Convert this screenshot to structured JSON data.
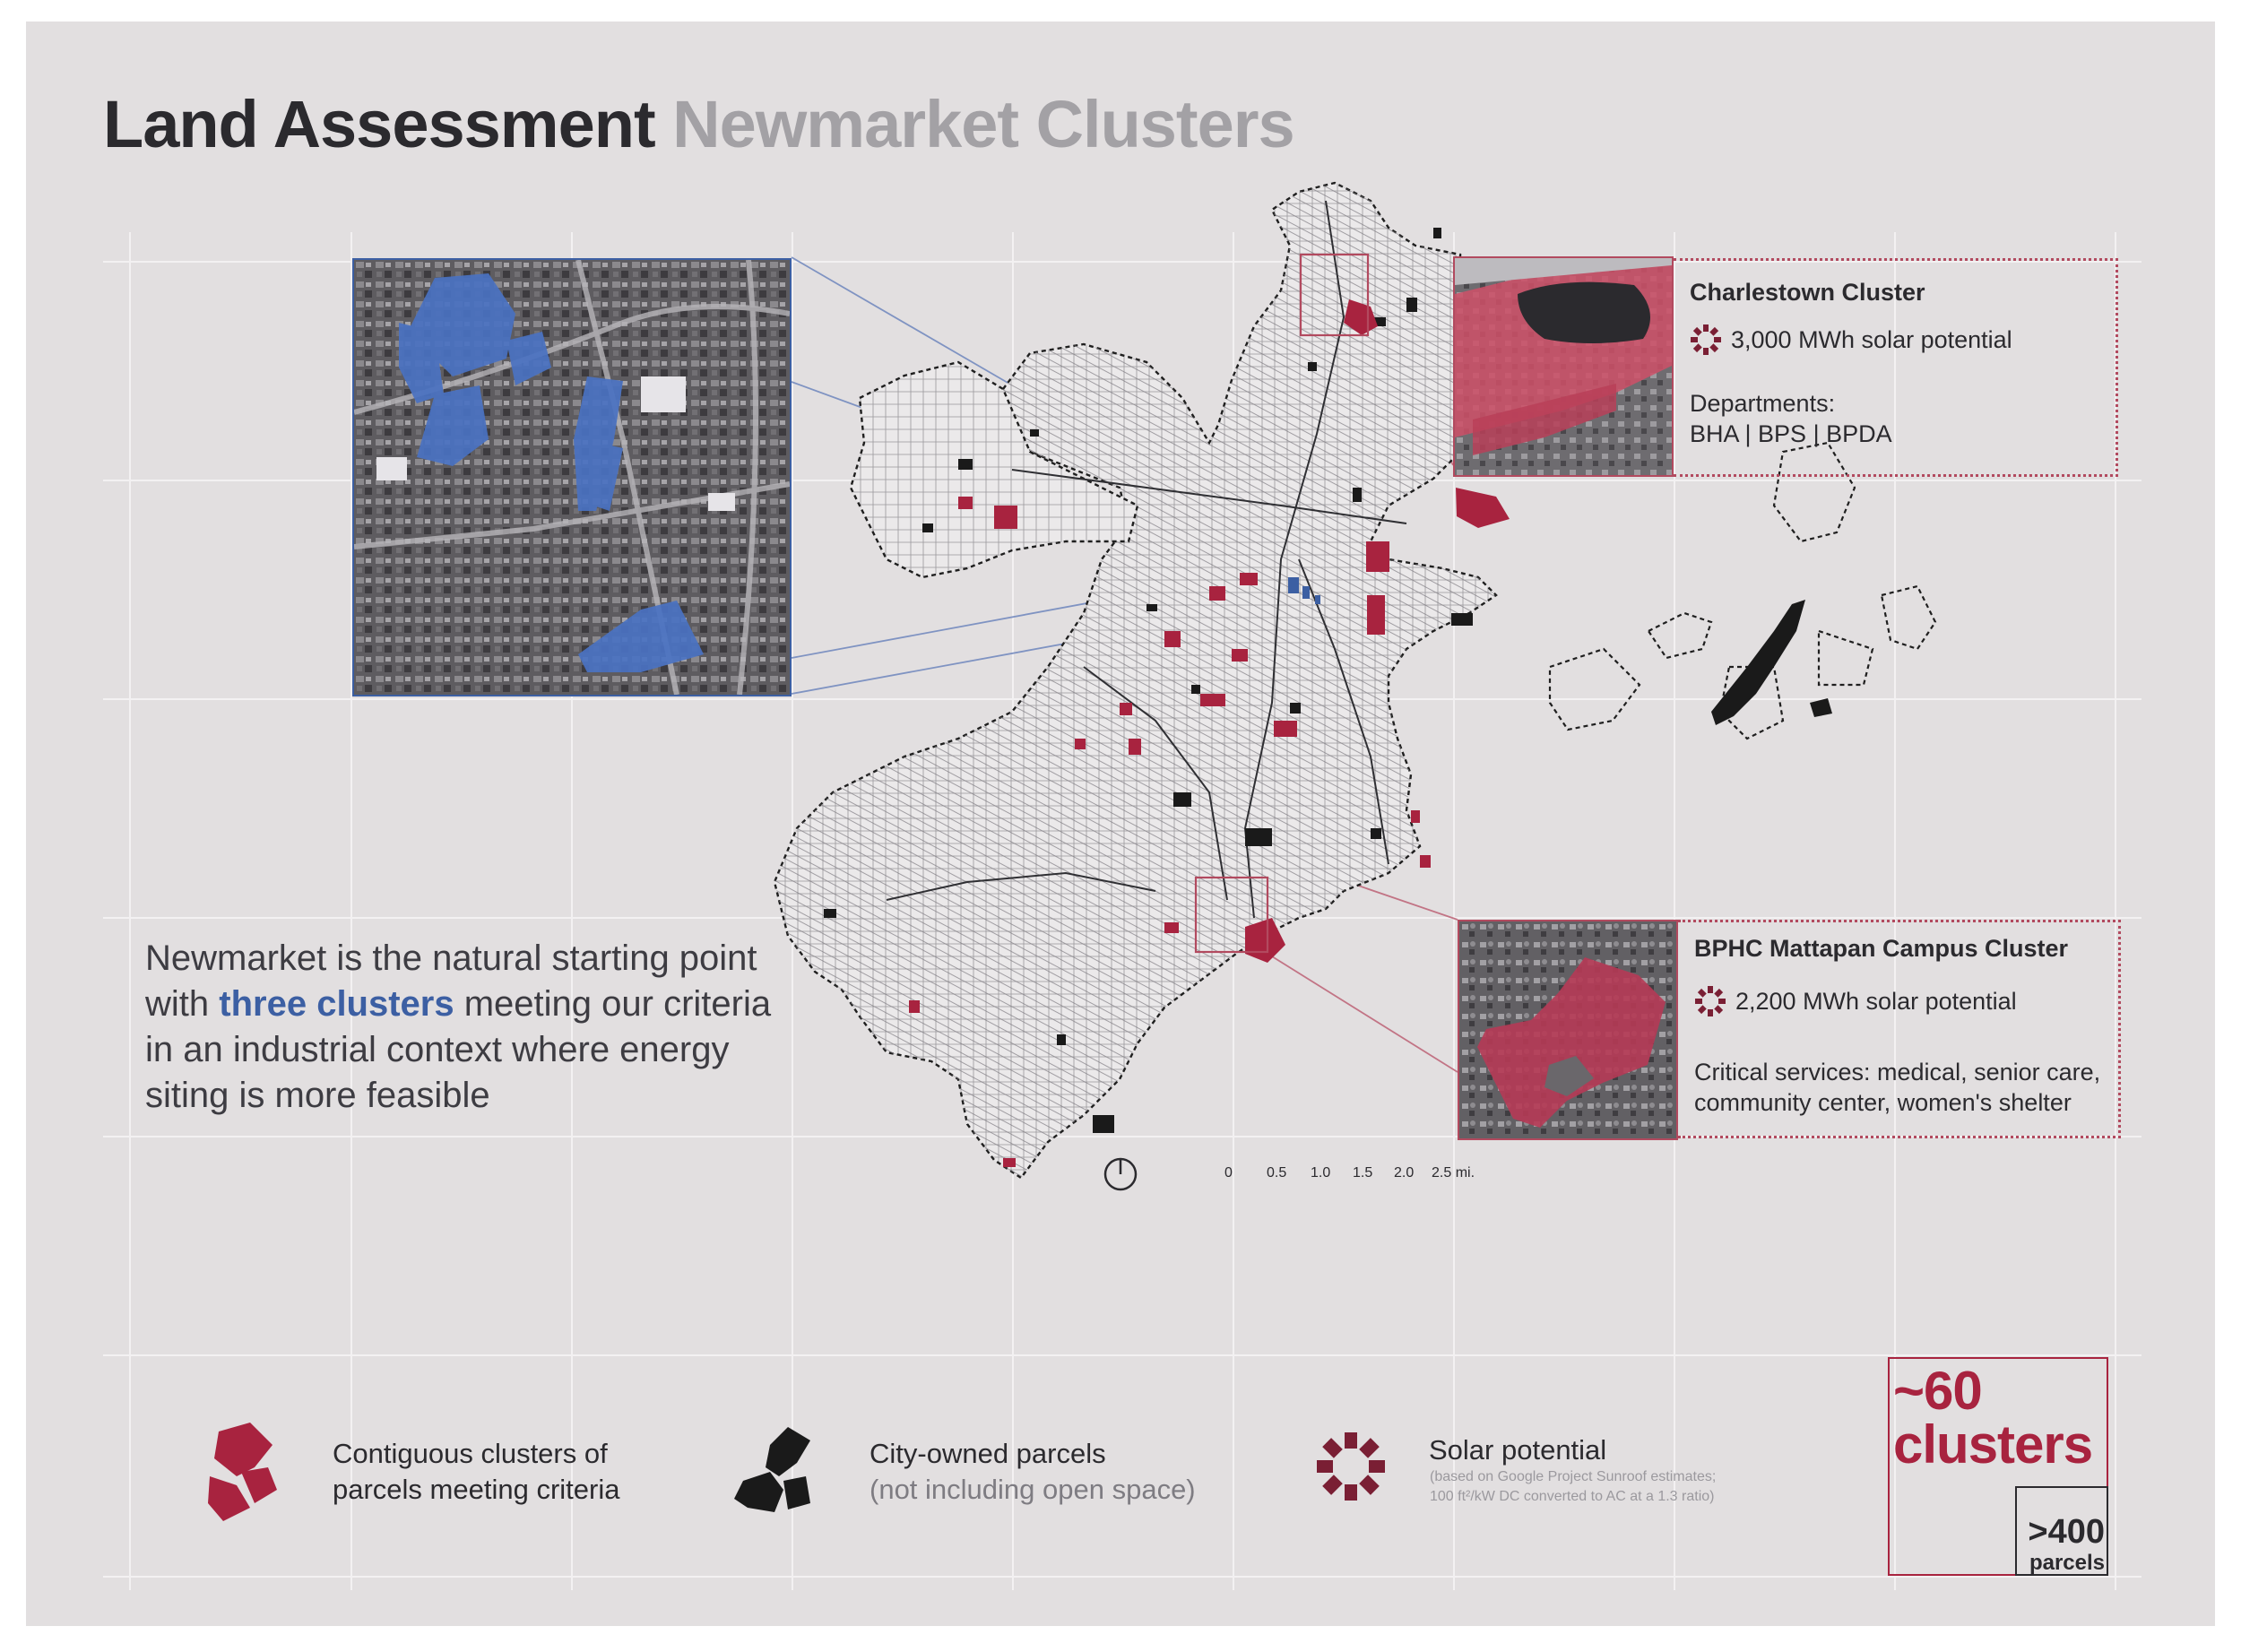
{
  "title": {
    "main": "Land Assessment",
    "sub": "Newmarket Clusters"
  },
  "colors": {
    "cluster_red": "#a8233f",
    "newmarket_blue": "#3c5fa3",
    "city_owned_black": "#1a1a1a",
    "board_background": "#e2dfe0"
  },
  "callouts": {
    "charlestown": {
      "name": "Charlestown  Cluster",
      "solar_value": "3,000 MWh solar potential",
      "departments_label": "Departments:",
      "departments": "BHA | BPS | BPDA"
    },
    "mattapan": {
      "name": "BPHC Mattapan Campus Cluster",
      "solar_value": "2,200 MWh solar potential",
      "services_line1": "Critical services: medical, senior care,",
      "services_line2": "community center, women's shelter"
    }
  },
  "narrative": {
    "before": "Newmarket is the natural starting point with",
    "highlight": "three clusters",
    "after": "meeting our criteria in an industrial context where energy siting is more feasible"
  },
  "scale_bar": {
    "ticks": [
      "0",
      "0.5",
      "1.0",
      "1.5",
      "2.0",
      "2.5 mi."
    ],
    "north_icon": "north-arrow-icon"
  },
  "legend": {
    "clusters": {
      "icon": "cluster-parcels-icon",
      "line1": "Contiguous clusters of",
      "line2": "parcels meeting criteria"
    },
    "city_owned": {
      "icon": "city-owned-parcels-icon",
      "line1": "City-owned parcels",
      "line2": "(not including open space)"
    },
    "solar": {
      "icon": "solar-potential-icon",
      "line1": "Solar potential",
      "note1": "(based on Google Project Sunroof estimates;",
      "note2": "100 ft²/kW DC converted to AC at a 1.3 ratio)"
    }
  },
  "summary": {
    "clusters": "~60 clusters",
    "parcels_count": ">400",
    "parcels_label": "parcels"
  }
}
